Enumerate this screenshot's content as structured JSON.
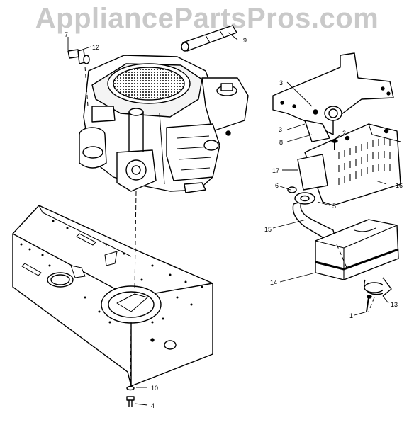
{
  "watermark": "AppliancePartsPros.com",
  "callouts": {
    "c1": "1",
    "c2": "2",
    "c3a": "3",
    "c3b": "3",
    "c4": "4",
    "c5": "5",
    "c6": "6",
    "c7": "7",
    "c8": "8",
    "c9": "9",
    "c10": "10",
    "c12": "12",
    "c13": "13",
    "c14": "14",
    "c15": "15",
    "c16": "16",
    "c17": "17"
  }
}
